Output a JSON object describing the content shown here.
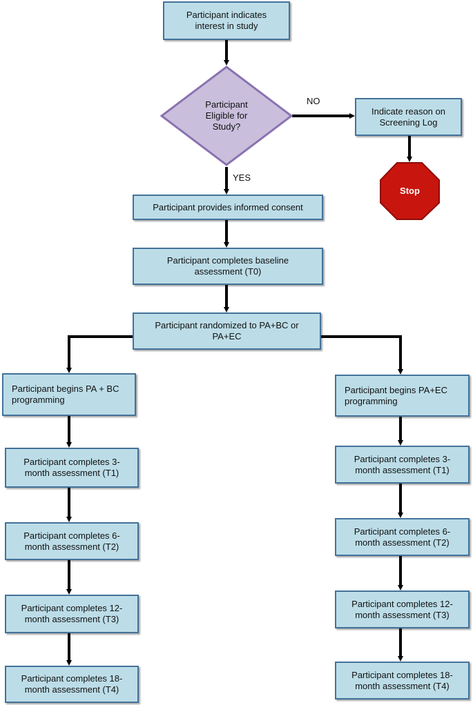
{
  "flowchart": {
    "interest": "Participant indicates\ninterest in study",
    "eligibility_question": "Participant\nEligible for\nStudy?",
    "no_label": "NO",
    "yes_label": "YES",
    "screening_log": "Indicate reason on\nScreening Log",
    "stop": "Stop",
    "consent": "Participant provides informed consent",
    "baseline": "Participant completes baseline\nassessment (T0)",
    "randomized": "Participant randomized to PA+BC or\nPA+EC",
    "left_arm": {
      "begin": "Participant begins PA + BC\nprogramming",
      "t1": "Participant completes 3-\nmonth assessment (T1)",
      "t2": "Participant completes 6-\nmonth assessment (T2)",
      "t3": "Participant completes 12-\nmonth assessment (T3)",
      "t4": "Participant completes 18-\nmonth assessment (T4)"
    },
    "right_arm": {
      "begin": "Participant begins PA+EC\nprogramming",
      "t1": "Participant completes 3-\nmonth assessment (T1)",
      "t2": "Participant completes 6-\nmonth assessment (T2)",
      "t3": "Participant completes 12-\nmonth assessment (T3)",
      "t4": "Participant completes 18-\nmonth assessment (T4)"
    }
  },
  "colors": {
    "box_fill": "#bcdde8",
    "box_border": "#43729a",
    "diamond_fill": "#c9bfdc",
    "diamond_border": "#8a72b0",
    "stop_fill": "#c8150e",
    "arrow": "#000000"
  }
}
